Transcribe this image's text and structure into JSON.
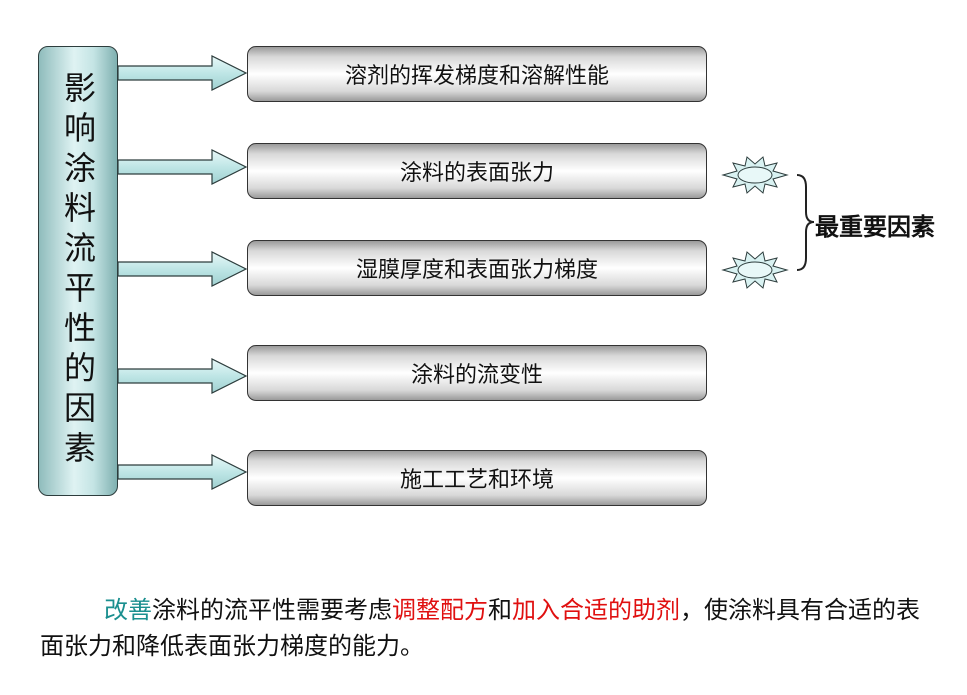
{
  "left_label": "影响涂料流平性的因素",
  "factors": [
    "溶剂的挥发梯度和溶解性能",
    "涂料的表面张力",
    "湿膜厚度和表面张力梯度",
    "涂料的流变性",
    "施工工艺和环境"
  ],
  "important_label": "最重要因素",
  "note": {
    "p1": "改善",
    "p2": "涂料的流平性需要考虑",
    "p3": "调整配方",
    "p4": "和",
    "p5": "加入合适的助剂",
    "p6": "，使涂料具有合适的表面张力和降低表面张力梯度的能力。"
  },
  "colors": {
    "arrow_fill": "#bfe6e6",
    "left_box": "#c4e4e4",
    "star_fill": "#d9f2f2",
    "highlight_teal": "#1a8f8f",
    "highlight_red": "#e01010"
  }
}
